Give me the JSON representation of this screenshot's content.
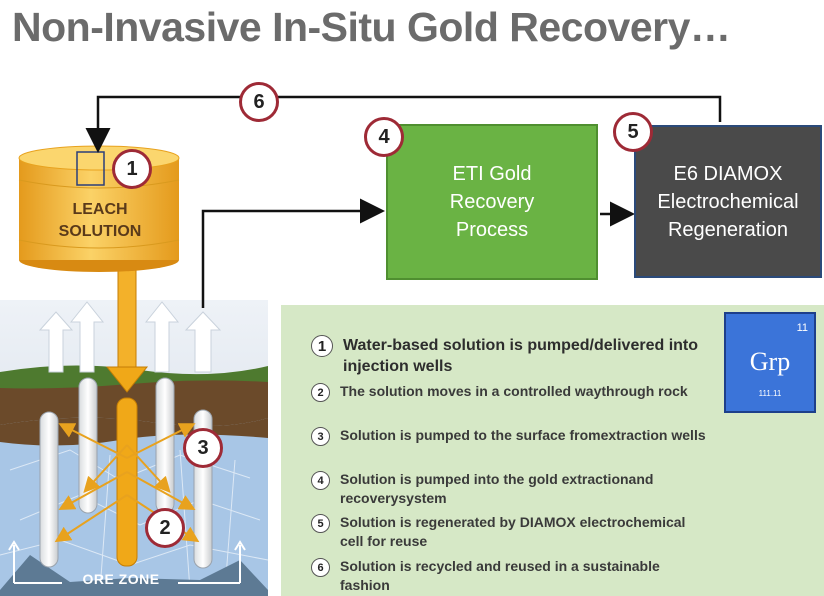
{
  "title": "Non-Invasive In-Situ Gold Recovery…",
  "tank_label": "LEACH\nSOLUTION",
  "ore_zone_label": "ORE ZONE",
  "boxes": {
    "eti": "ETI  Gold\nRecovery\nProcess",
    "diamox": "E6 DIAMOX\nElectrochemical\nRegeneration"
  },
  "step_markers": [
    "1",
    "2",
    "3",
    "4",
    "5",
    "6"
  ],
  "legend": [
    {
      "num": "1",
      "text": "Water-based solution is pumped/delivered into injection wells"
    },
    {
      "num": "2",
      "text": "The solution moves in a controlled waythrough rock"
    },
    {
      "num": "3",
      "text": "Solution is pumped to the surface fromextraction wells"
    },
    {
      "num": "4",
      "text": "Solution is pumped into the gold extractionand recoverysystem"
    },
    {
      "num": "5",
      "text": "Solution is regenerated by DIAMOX electrochemical cell for reuse"
    },
    {
      "num": "6",
      "text": "Solution is recycled and reused in a sustainable fashion"
    }
  ],
  "element_tile": {
    "number": "11",
    "symbol": "Grp",
    "mass": "111.11"
  },
  "colors": {
    "title": "#6b6b6b",
    "eti_box": "#6ab344",
    "diamox_box": "#4a4a4a",
    "legend_bg": "#d6e8c6",
    "circle_border": "#9e2a36",
    "tank": "#f5b832",
    "tile": "#3b74d9"
  }
}
